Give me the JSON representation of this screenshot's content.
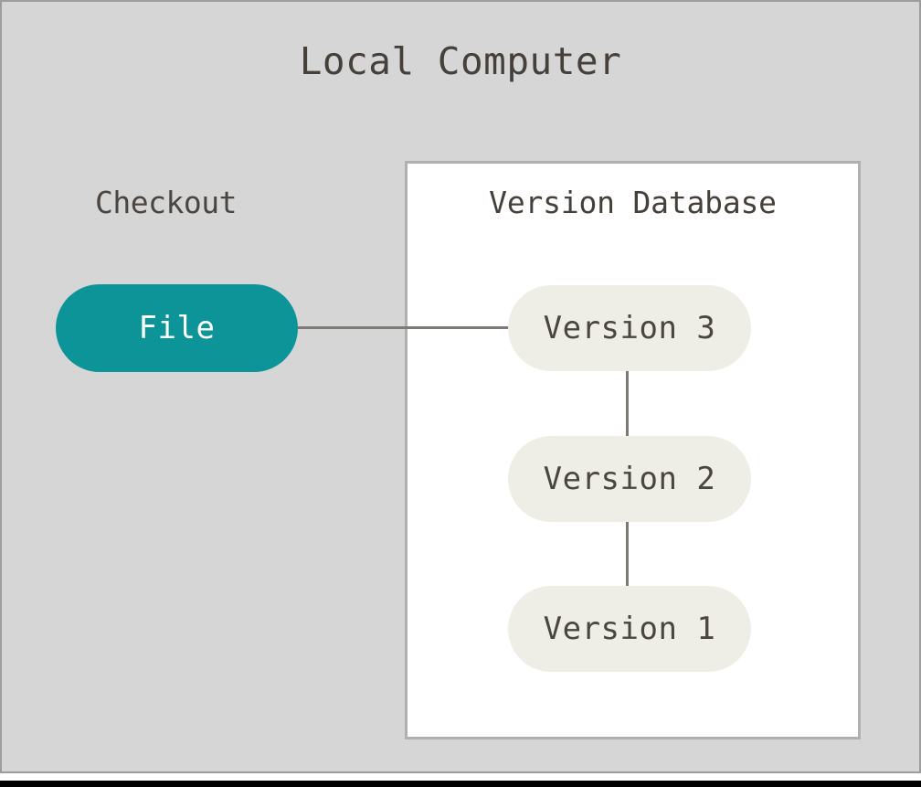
{
  "diagram": {
    "title": "Local Computer",
    "background_color": "#d6d6d6",
    "border_color": "#9d9d9d",
    "type": "version-control-checkout-diagram"
  },
  "checkout": {
    "label": "Checkout",
    "node": {
      "label": "File",
      "fill_color": "#0d9499",
      "text_color": "#ffffff",
      "shape": "pill"
    }
  },
  "version_database": {
    "label": "Version Database",
    "fill_color": "#ffffff",
    "border_color": "#b0b0b0",
    "nodes": [
      {
        "label": "Version 3",
        "fill_color": "#efeee6",
        "text_color": "#4a4540"
      },
      {
        "label": "Version 2",
        "fill_color": "#efeee6",
        "text_color": "#4a4540"
      },
      {
        "label": "Version 1",
        "fill_color": "#efeee6",
        "text_color": "#4a4540"
      }
    ]
  },
  "edges": {
    "color": "#7d7a75",
    "list": [
      {
        "from": "File",
        "to": "Version 3",
        "orientation": "horizontal"
      },
      {
        "from": "Version 3",
        "to": "Version 2",
        "orientation": "vertical"
      },
      {
        "from": "Version 2",
        "to": "Version 1",
        "orientation": "vertical"
      }
    ]
  }
}
